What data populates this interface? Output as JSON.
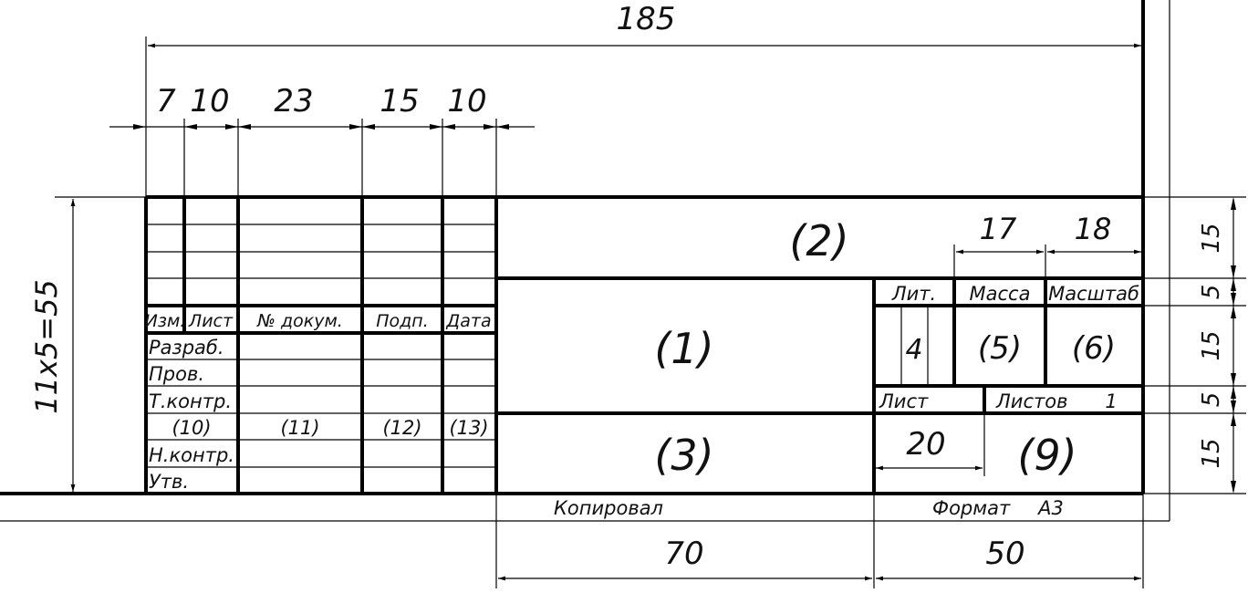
{
  "dimensions": {
    "total_width": "185",
    "col_widths": [
      "7",
      "10",
      "23",
      "15",
      "10"
    ],
    "total_height": "11x5=55",
    "row_heights": [
      "15",
      "5",
      "15",
      "5",
      "15"
    ],
    "mass_width": "17",
    "scale_width": "18",
    "bottom_left": "70",
    "bottom_right": "50",
    "sheet_field": "20"
  },
  "header_row": [
    "Изм.",
    "Лист",
    "№ докум.",
    "Подп.",
    "Дата"
  ],
  "row_labels": [
    "Разраб.",
    "Пров.",
    "Т.контр.",
    "",
    "Н.контр.",
    "Утв."
  ],
  "field_numbers": {
    "f10": "(10)",
    "f11": "(11)",
    "f12": "(12)",
    "f13": "(13)",
    "f1": "(1)",
    "f2": "(2)",
    "f3": "(3)",
    "f5": "(5)",
    "f6": "(6)",
    "f9": "(9)",
    "lit_value": "4",
    "sheets_value": "1"
  },
  "block_labels": {
    "lit": "Лит.",
    "mass": "Масса",
    "scale": "Масштаб",
    "sheet": "Лист",
    "sheets": "Листов"
  },
  "footer": {
    "copied": "Копировал",
    "format": "Формат",
    "format_value": "А3"
  }
}
